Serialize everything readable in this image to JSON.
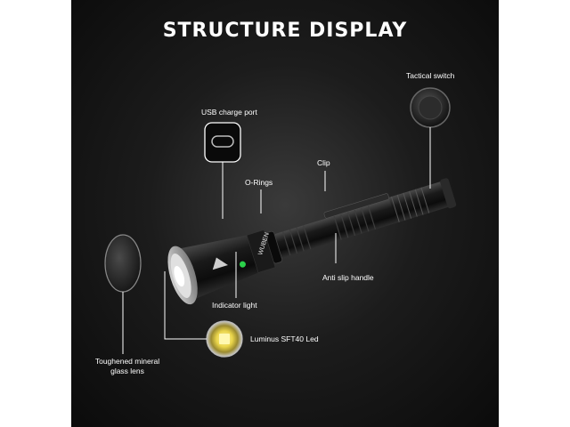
{
  "title": "STRUCTURE DISPLAY",
  "labels": {
    "usb_charge_port": "USB charge port",
    "o_rings": "O-Rings",
    "clip": "Clip",
    "tactical_switch": "Tactical switch",
    "anti_slip_handle": "Anti slip handle",
    "indicator_light": "Indicator light",
    "led": "Luminus SFT40 Led",
    "lens_line1": "Toughened mineral",
    "lens_line2": "glass lens"
  },
  "body_text": "WUBEN",
  "colors": {
    "background": "#1c1c1c",
    "indicator_green": "#2bd14a",
    "text": "#ffffff"
  }
}
